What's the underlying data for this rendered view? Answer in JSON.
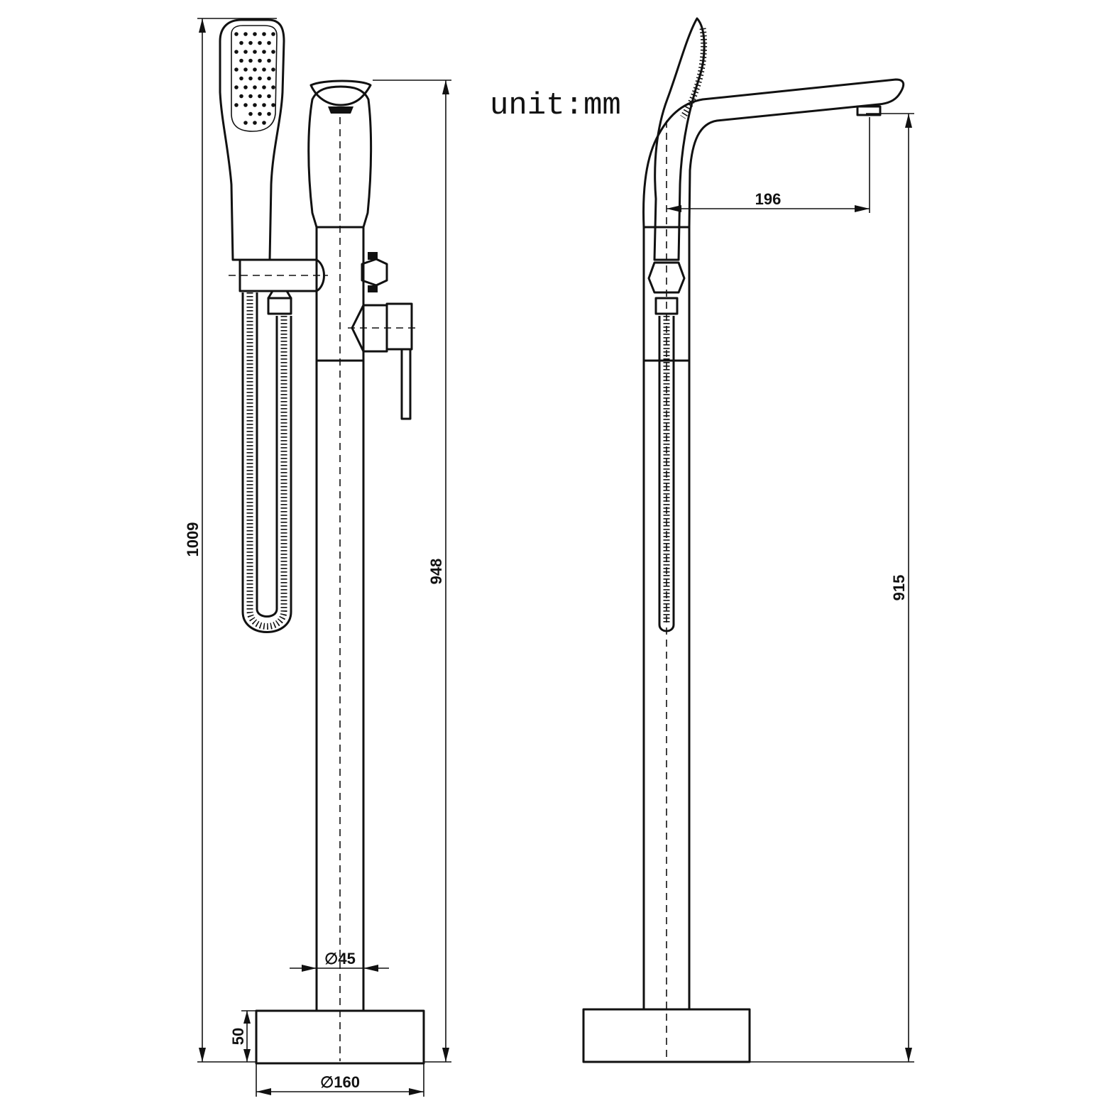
{
  "unit_label": "unit:mm",
  "dimensions": {
    "total_height": "1009",
    "spout_height_front": "948",
    "spout_height_side": "915",
    "spout_reach": "196",
    "base_height": "50",
    "base_diameter": "∅160",
    "pipe_diameter": "∅45"
  }
}
